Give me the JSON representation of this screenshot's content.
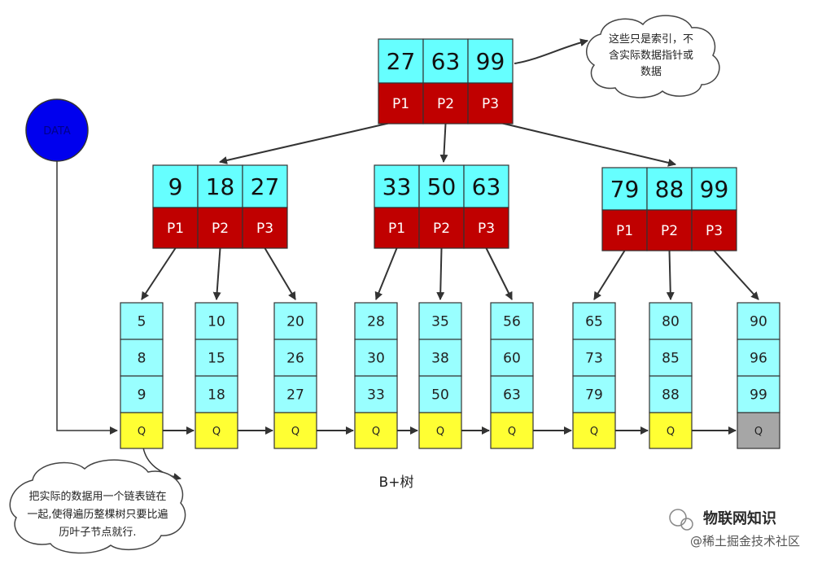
{
  "root": {
    "keys": [
      "27",
      "63",
      "99"
    ],
    "pointers": [
      "P1",
      "P2",
      "P3"
    ]
  },
  "internal": [
    {
      "keys": [
        "9",
        "18",
        "27"
      ],
      "pointers": [
        "P1",
        "P2",
        "P3"
      ]
    },
    {
      "keys": [
        "33",
        "50",
        "63"
      ],
      "pointers": [
        "P1",
        "P2",
        "P3"
      ]
    },
    {
      "keys": [
        "79",
        "88",
        "99"
      ],
      "pointers": [
        "P1",
        "P2",
        "P3"
      ]
    }
  ],
  "leaves": [
    {
      "keys": [
        "5",
        "8",
        "9"
      ],
      "q": "Q"
    },
    {
      "keys": [
        "10",
        "15",
        "18"
      ],
      "q": "Q"
    },
    {
      "keys": [
        "20",
        "26",
        "27"
      ],
      "q": "Q"
    },
    {
      "keys": [
        "28",
        "30",
        "33"
      ],
      "q": "Q"
    },
    {
      "keys": [
        "35",
        "38",
        "50"
      ],
      "q": "Q"
    },
    {
      "keys": [
        "56",
        "60",
        "63"
      ],
      "q": "Q"
    },
    {
      "keys": [
        "65",
        "73",
        "79"
      ],
      "q": "Q"
    },
    {
      "keys": [
        "80",
        "85",
        "88"
      ],
      "q": "Q"
    },
    {
      "keys": [
        "90",
        "96",
        "99"
      ],
      "q": "Q"
    }
  ],
  "data_node": {
    "label": "DATA"
  },
  "callout_top": {
    "lines": [
      "这些只是索引，不",
      "含实际数据指针或",
      "数据"
    ]
  },
  "callout_bottom": {
    "lines": [
      "把实际的数据用一个链表链在",
      "一起,使得遍历整棵树只要比遍",
      "历叶子节点就行."
    ]
  },
  "caption": "B+树",
  "watermark": {
    "line1": "物联网知识",
    "line2": "@稀土掘金技术社区"
  },
  "colors": {
    "key_cell": "#66ffff",
    "pointer_cell": "#c00000",
    "leaf_cell": "#99ffff",
    "link_cell": "#ffff33",
    "last_link_cell": "#a6a6a6",
    "data_node": "#0000ee"
  }
}
